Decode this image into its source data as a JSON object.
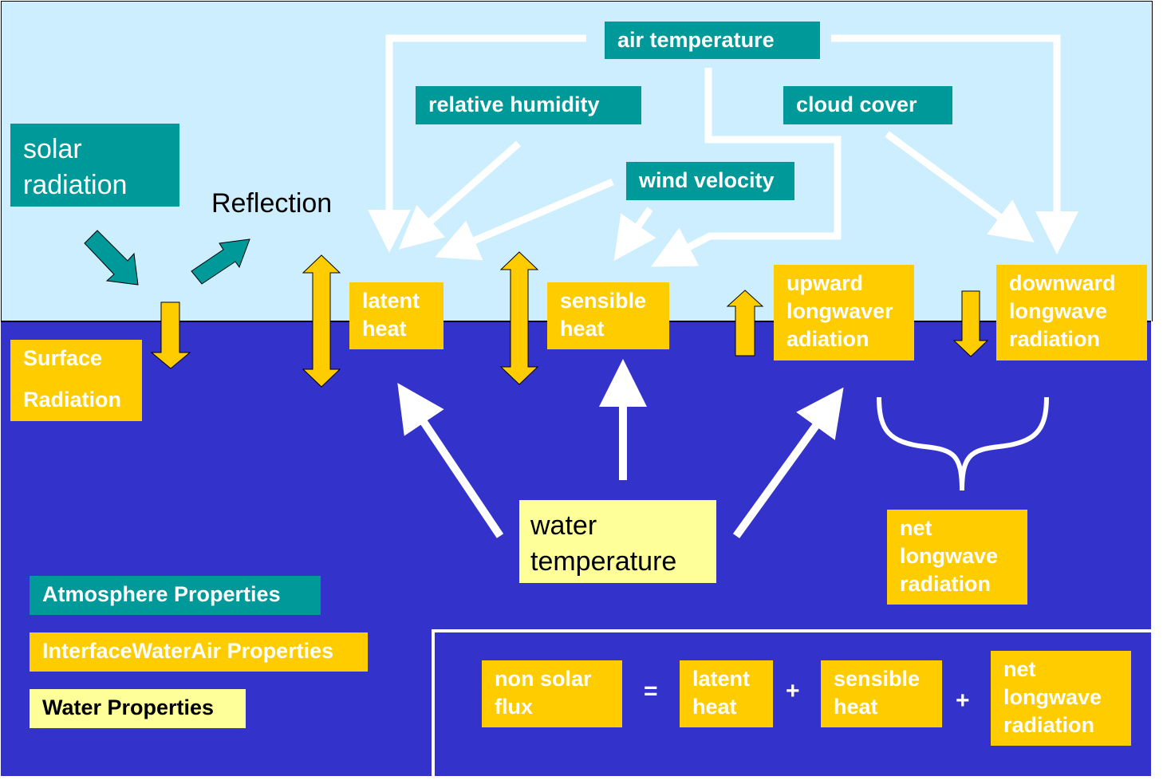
{
  "atmosphere": {
    "air_temperature": "air temperature",
    "relative_humidity": "relative humidity",
    "cloud_cover": "cloud cover",
    "wind_velocity": "wind velocity",
    "solar_radiation": "solar\nradiation"
  },
  "reflection_label": "Reflection",
  "interface": {
    "surface_radiation": "Surface\n\nRadiation",
    "latent_heat": "latent\nheat",
    "sensible_heat": "sensible\nheat",
    "upward_longwave": "upward\nlongwaver\nadiation",
    "downward_longwave": "downward\nlongwave\nradiation",
    "net_longwave": "net\nlongwave\nradiation"
  },
  "water": {
    "water_temperature": "water\ntemperature"
  },
  "legend": {
    "atmosphere": "Atmosphere Properties",
    "interface": "InterfaceWaterAir Properties",
    "water": "Water Properties"
  },
  "equation": {
    "lhs": "non solar\nflux",
    "equals": "=",
    "term1": "latent\nheat",
    "plus1": "+",
    "term2": "sensible\nheat",
    "plus2": "+",
    "term3": "net\nlongwave\nradiation"
  },
  "colors": {
    "sky": "#cceeff",
    "water": "#3333cc",
    "atmosphere": "#009999",
    "interface": "#ffcc00",
    "water_property": "#ffff99"
  }
}
